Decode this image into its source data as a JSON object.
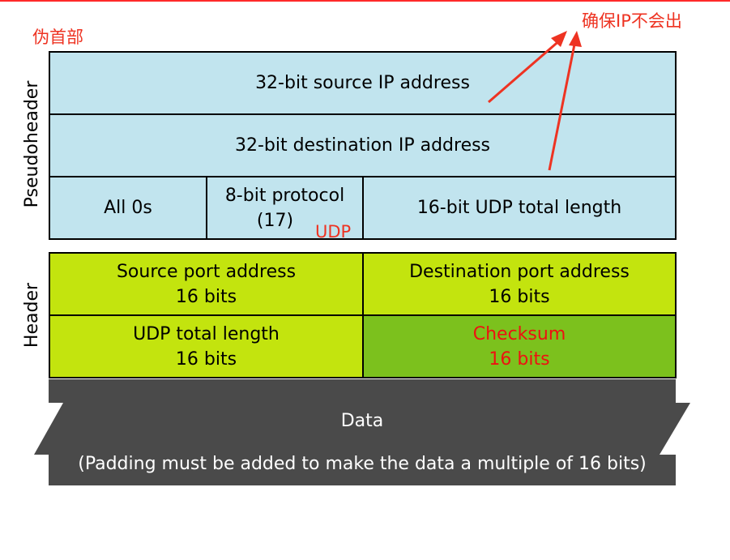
{
  "annotations": {
    "pseudoheader_cn": "伪首部",
    "ensure_ip": "确保IP不会出",
    "udp_note": "UDP"
  },
  "side_labels": {
    "pseudoheader": "Pseudoheader",
    "header": "Header"
  },
  "pseudoheader": {
    "source_ip": "32-bit source IP address",
    "dest_ip": "32-bit destination IP address",
    "all_zeros": "All 0s",
    "protocol_line1": "8-bit protocol",
    "protocol_line2": "(17)",
    "udp_total_length": "16-bit UDP total length"
  },
  "header": {
    "source_port_line1": "Source port address",
    "source_port_line2": "16 bits",
    "dest_port_line1": "Destination port address",
    "dest_port_line2": "16 bits",
    "udp_length_line1": "UDP total length",
    "udp_length_line2": "16 bits",
    "checksum_line1": "Checksum",
    "checksum_line2": "16 bits"
  },
  "data": {
    "title": "Data",
    "padding_note": "(Padding must be added to make the data a multiple of 16 bits)"
  },
  "colors": {
    "pseudoheader_fill": "#c1e4ee",
    "header_fill": "#c3e40e",
    "checksum_fill": "#7cc11d",
    "data_fill": "#4a4a4a",
    "annotation": "#ee3322"
  }
}
